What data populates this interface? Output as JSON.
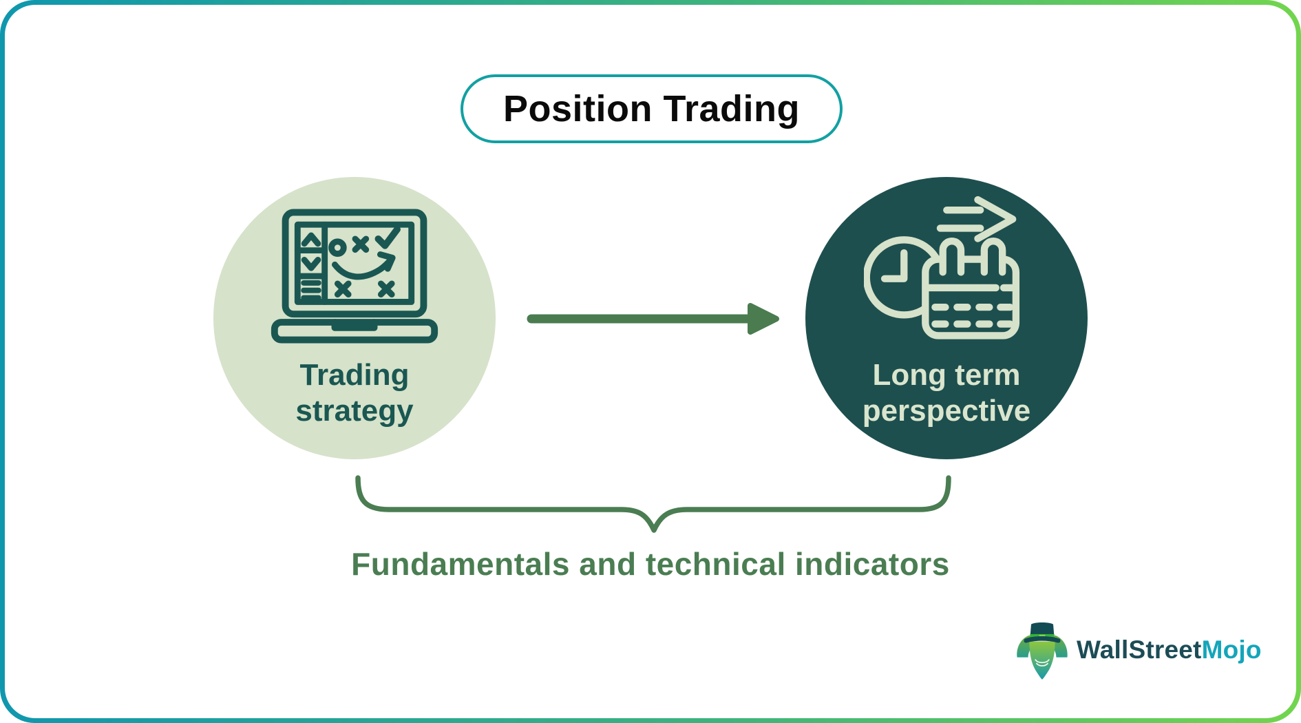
{
  "page": {
    "background": "#ffffff",
    "frame_gradient_start": "#0f97ae",
    "frame_gradient_end": "#72d54e"
  },
  "title": {
    "label": "Position Trading",
    "border_color": "#12a0a2",
    "text_color": "#0b0b0b"
  },
  "nodes": [
    {
      "id": "trading-strategy",
      "label_line1": "Trading",
      "label_line2": "strategy",
      "circle_color": "#d6e2ca",
      "text_color": "#1a5752",
      "icon": "strategy-laptop-icon",
      "icon_color": "#1a5752"
    },
    {
      "id": "long-term-perspective",
      "label_line1": "Long term",
      "label_line2": "perspective",
      "circle_color": "#1d4f4e",
      "text_color": "#dae5ce",
      "icon": "clock-calendar-arrow-icon",
      "icon_color": "#d7e2cb"
    }
  ],
  "connector": {
    "type": "arrow-right",
    "color": "#4a7c50"
  },
  "brace": {
    "shape": "downward-curly-brace",
    "color": "#4a7d52",
    "caption": "Fundamentals and technical indicators",
    "caption_color": "#4a7d52"
  },
  "logo": {
    "part1": "WallStreet",
    "part2": "Mojo",
    "part1_color": "#1c4c56",
    "part2_color": "#14a5ba",
    "mascot": "leprechaun-mascot-icon"
  }
}
